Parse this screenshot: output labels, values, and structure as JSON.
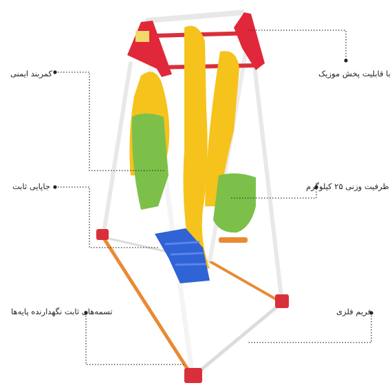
{
  "annotations": {
    "music": "با قابلیت پخش موزیک",
    "seat_belt": "کمربند ایمنی",
    "weight_capacity": "ظرفیت وزنی ۲۵ کیلوگرم",
    "fixed_footrest": "جاپایی ثابت",
    "metal_frame": "فریم فلزی",
    "leg_straps": "تسمه‌های ثابت نگهدارنده پایه‌ها"
  },
  "colors": {
    "roof_red": "#e0283a",
    "frame_white": "#f2f2f2",
    "rail_red": "#d8303a",
    "seat_yellow": "#f6c21c",
    "seat_green": "#7cc04a",
    "foot_blue": "#2f63d6",
    "bar_orange": "#e98a33",
    "leader_line": "#333333"
  },
  "icons": [
    "dot-marker-icon"
  ]
}
